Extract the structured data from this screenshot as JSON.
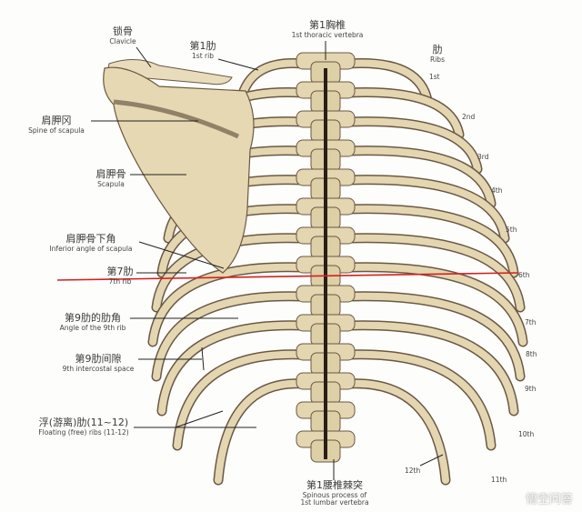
{
  "labels": {
    "clavicle": {
      "zh": "锁骨",
      "en": "Clavicle"
    },
    "first_rib": {
      "zh": "第1肋",
      "en": "1st rib"
    },
    "first_thoracic": {
      "zh": "第1胸椎",
      "en": "1st thoracic vertebra"
    },
    "ribs": {
      "zh": "肋",
      "en": "Ribs"
    },
    "spine_of_scapula": {
      "zh": "肩胛冈",
      "en": "Spine of scapula"
    },
    "scapula": {
      "zh": "肩胛骨",
      "en": "Scapula"
    },
    "inferior_angle": {
      "zh": "肩胛骨下角",
      "en": "Inferior angle of scapula"
    },
    "seventh_rib": {
      "zh": "第7肋",
      "en": "7th rib"
    },
    "angle_9th_rib": {
      "zh": "第9肋的肋角",
      "en": "Angle of the 9th rib"
    },
    "ninth_intercostal": {
      "zh": "第9肋间隙",
      "en": "9th intercostal space"
    },
    "floating_ribs": {
      "zh": "浮(游离)肋(11~12)",
      "en": "Floating (free) ribs (11-12)"
    },
    "first_lumbar": {
      "zh": "第1腰椎棘突",
      "en": "Spinous process of",
      "en2": "1st lumbar vertebra"
    }
  },
  "rib_numbers": [
    "1st",
    "2nd",
    "3rd",
    "4th",
    "5th",
    "6th",
    "7th",
    "8th",
    "9th",
    "10th",
    "11th",
    "12th"
  ],
  "watermark": "悟空问答",
  "colors": {
    "bone": "#e3d6b0",
    "bone_shadow": "#6b5843",
    "marker_line": "#d42020"
  }
}
